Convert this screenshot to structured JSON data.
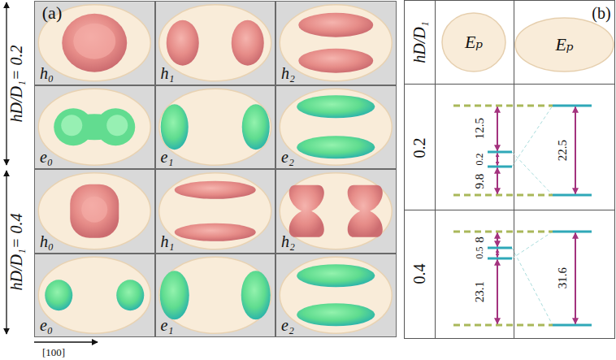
{
  "diagram": {
    "nodes": [
      {
        "text": [
          "h₀"
        ]
      },
      {
        "text": [
          "h₁"
        ]
      },
      {
        "text": [
          "h₂"
        ]
      },
      {
        "text": [
          "e₀"
        ]
      },
      {
        "text": [
          "e₁"
        ]
      },
      {
        "text": [
          "e₂"
        ]
      },
      {
        "text": [
          "h₀"
        ]
      },
      {
        "text": [
          "h₁"
        ]
      },
      {
        "text": [
          "h₂"
        ]
      },
      {
        "text": [
          "e₀"
        ]
      },
      {
        "text": [
          "e₁"
        ]
      },
      {
        "text": [
          "e₂"
        ]
      },
      {
        "text": [
          "Eₚ"
        ]
      },
      {
        "text": [
          "Eₚ"
        ]
      }
    ],
    "labels": [
      "(a)",
      "hD/D₁= 0.2",
      "hD/D₁= 0.4",
      "[100]",
      "(b)",
      "hD/D₁",
      "0.2",
      "0.4",
      "12.5",
      "0.2",
      "9.8",
      "22.5",
      "8",
      "0.5",
      "23.1",
      "31.6"
    ]
  }
}
